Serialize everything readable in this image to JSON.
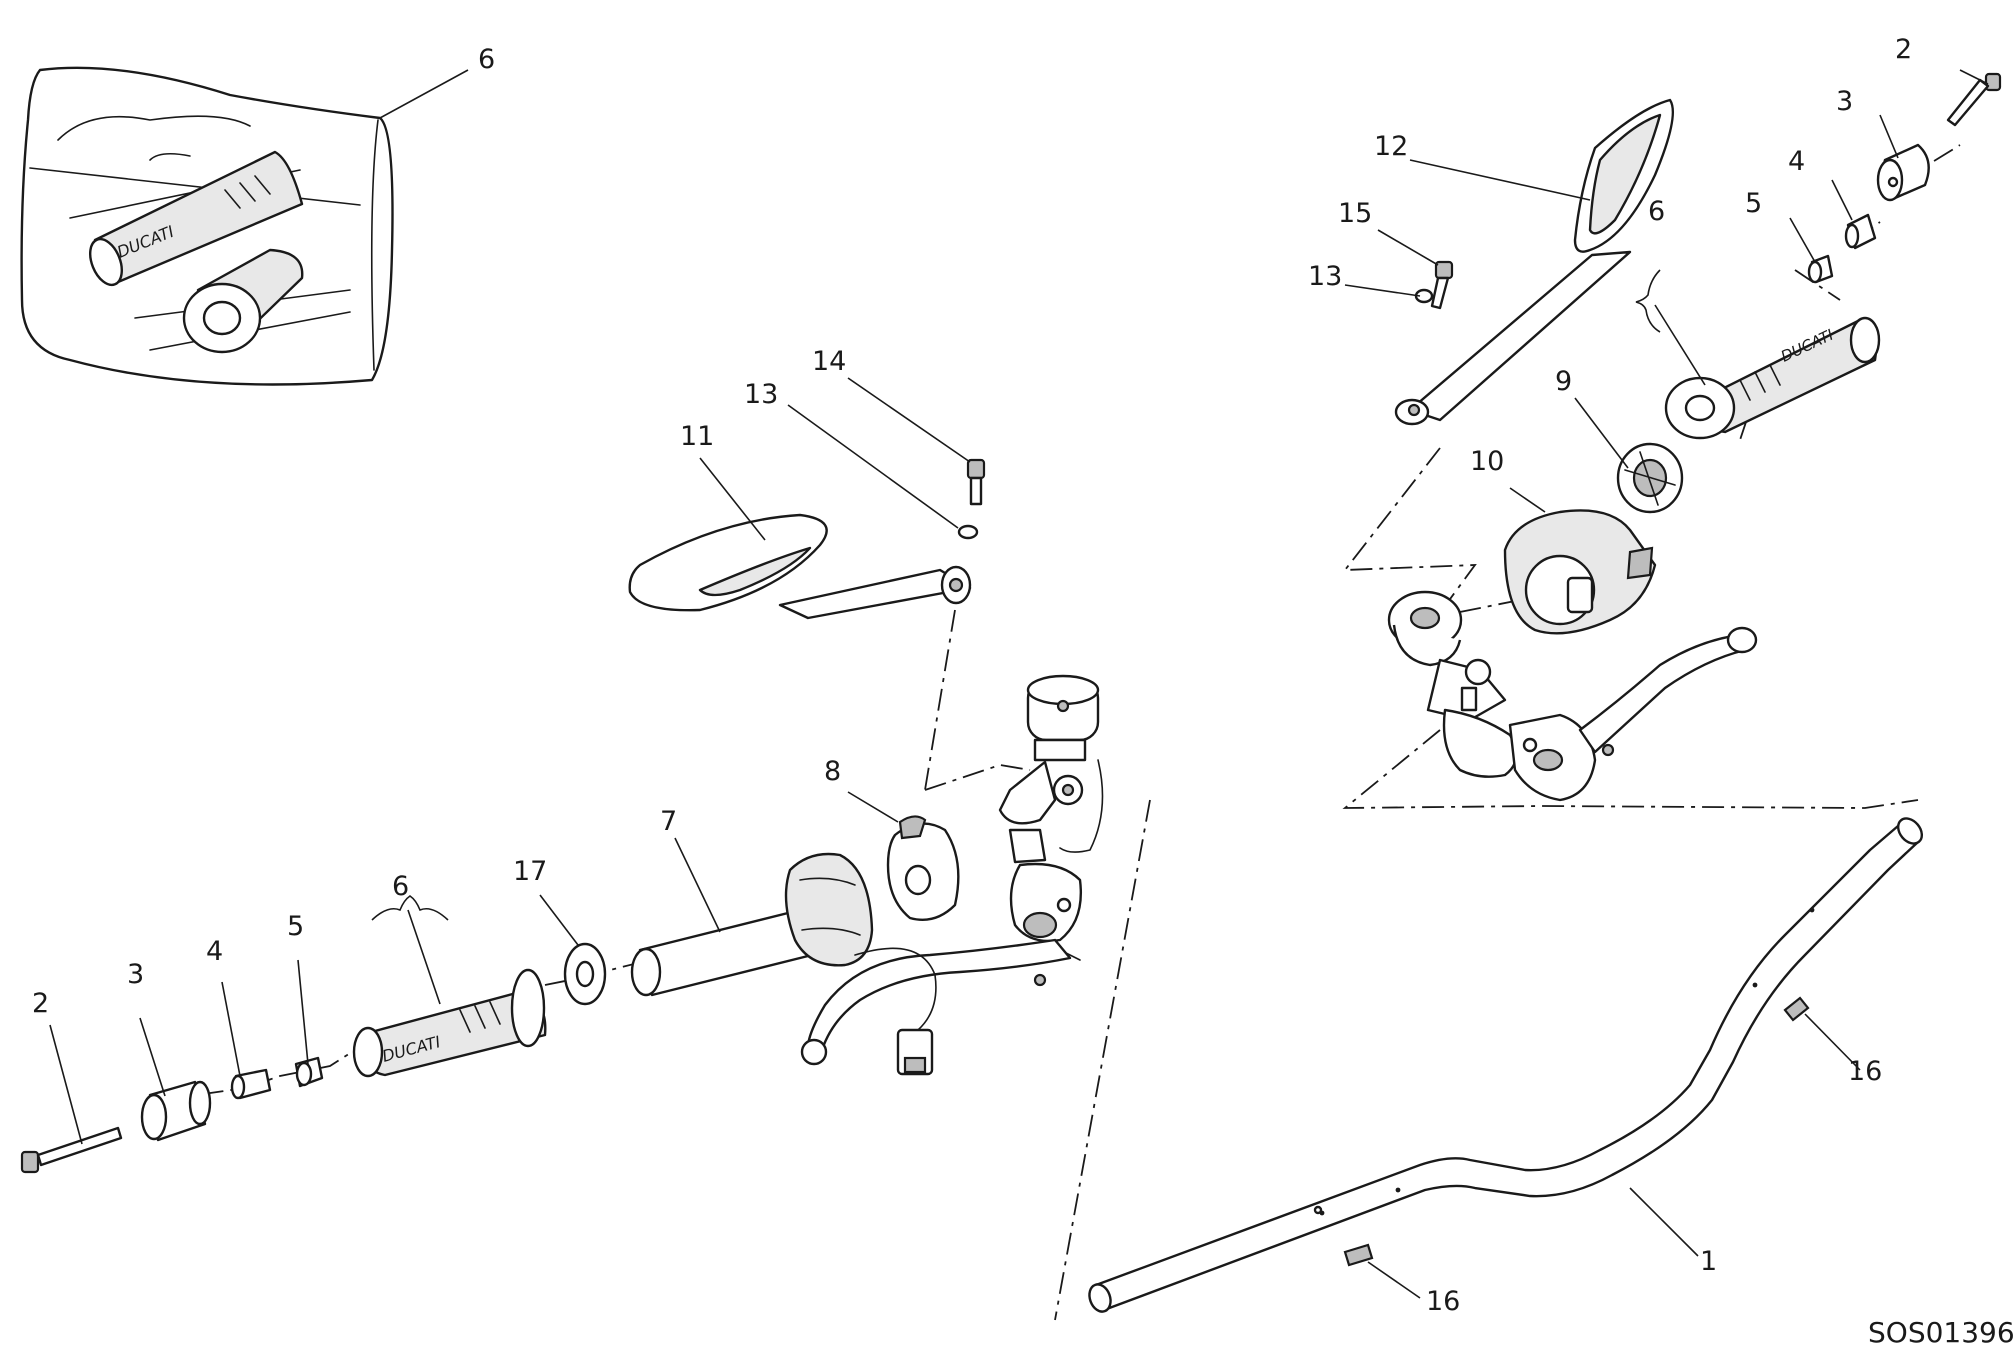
{
  "callouts": [
    "6",
    "2",
    "3",
    "4",
    "5",
    "6",
    "12",
    "15",
    "13",
    "14",
    "13",
    "11",
    "9",
    "10",
    "8",
    "7",
    "17",
    "6",
    "5",
    "4",
    "3",
    "2",
    "16",
    "16",
    "1"
  ],
  "grip_logo": "DUCATI",
  "drawing_code": "SOS01396"
}
